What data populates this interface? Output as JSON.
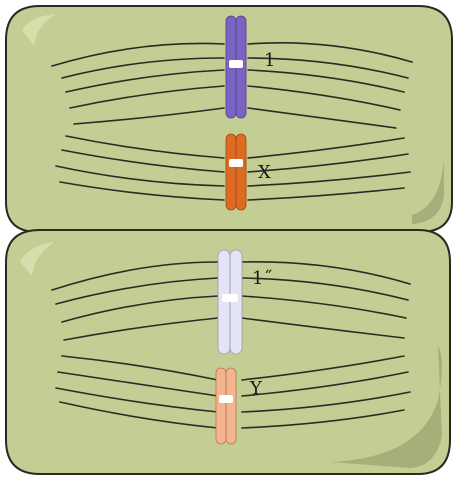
{
  "cells": [
    {
      "label_top": "1",
      "label_bottom": "X",
      "top_chromosome_color": "#7b63c3",
      "bottom_chromosome_color": "#dd6c22"
    },
    {
      "label_top": "1˝",
      "label_bottom": "Y",
      "top_chromosome_color": "#e4e4f4",
      "bottom_chromosome_color": "#f3b48e"
    }
  ],
  "colors": {
    "cell_fill": "#c4cd93",
    "cell_stroke": "#2a2a22",
    "cell_shade": "#a7ae79",
    "spindle": "#2b2b26",
    "centromere": "#ffffff"
  }
}
